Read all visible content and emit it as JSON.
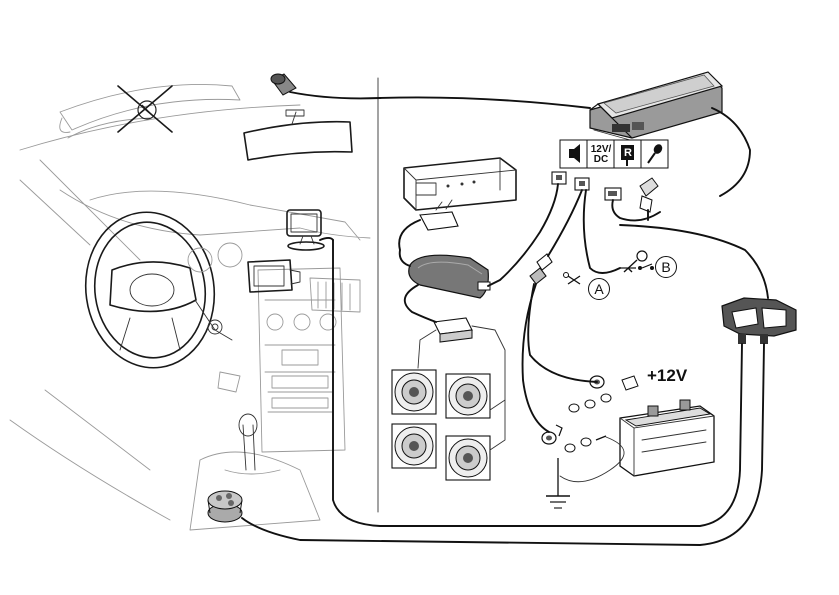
{
  "labels": {
    "plus12v": "+12V",
    "port_power": "12V/ DC",
    "port_power_line1": "12V/",
    "port_power_line2": "DC",
    "port_r": "R",
    "callout_a": "A",
    "callout_b": "B"
  },
  "icons": {
    "speaker_port": "speaker-icon",
    "mic_port": "microphone-icon",
    "key_switch": "ignition-key-icon",
    "ground": "ground-symbol-icon",
    "no_visor_mic": "crossed-out-microphone-icon"
  }
}
